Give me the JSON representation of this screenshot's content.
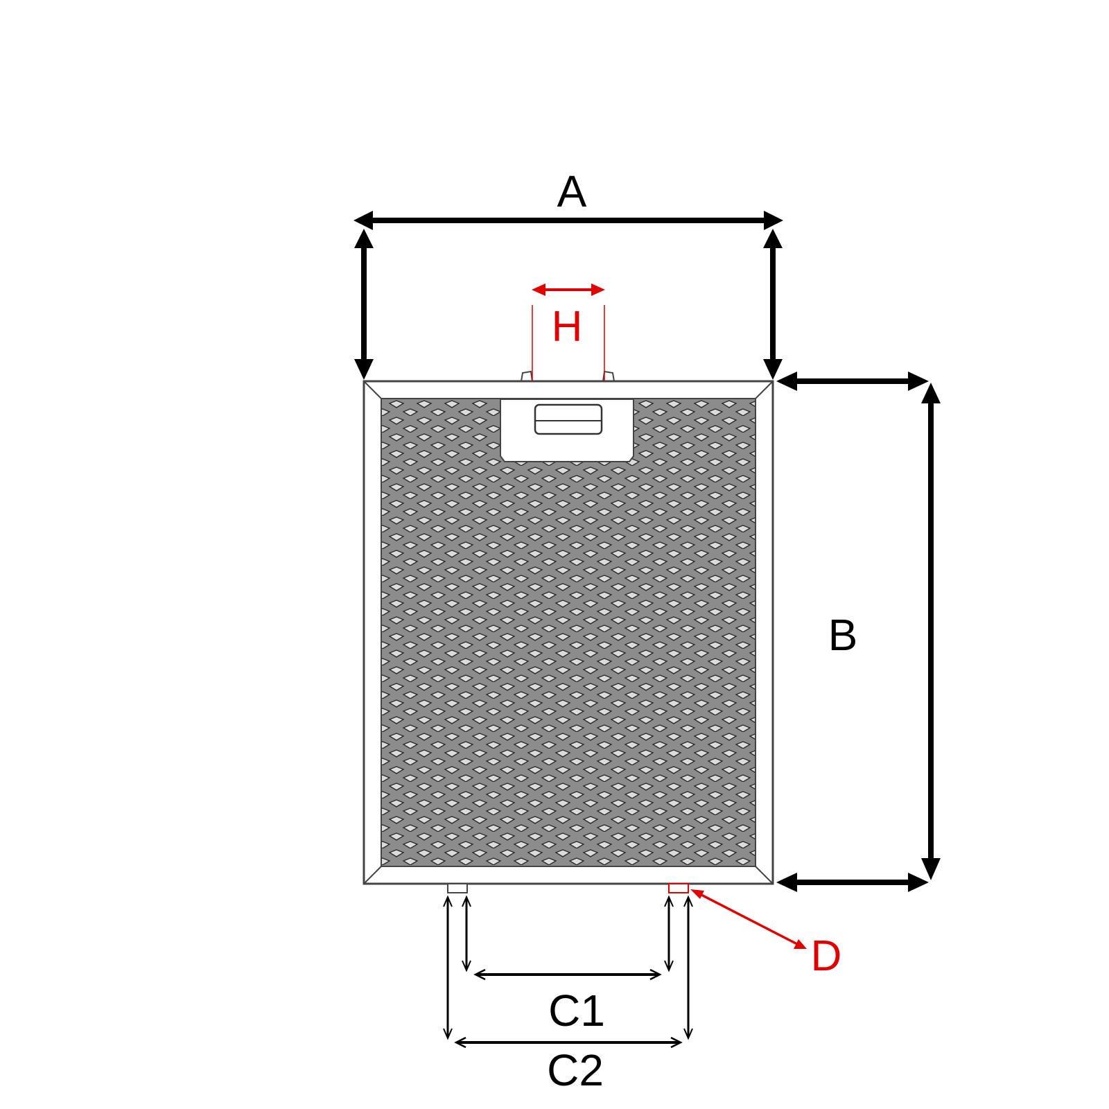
{
  "labels": {
    "a": "A",
    "b": "B",
    "h": "H",
    "d": "D",
    "c1": "C1",
    "c2": "C2"
  },
  "colors": {
    "black": "#000000",
    "accent_red": "#e00000",
    "frame_stroke": "#444444",
    "frame_fill": "#ffffff",
    "mesh_fill": "#8c8c8c",
    "mesh_stroke": "#2a2a2a"
  }
}
